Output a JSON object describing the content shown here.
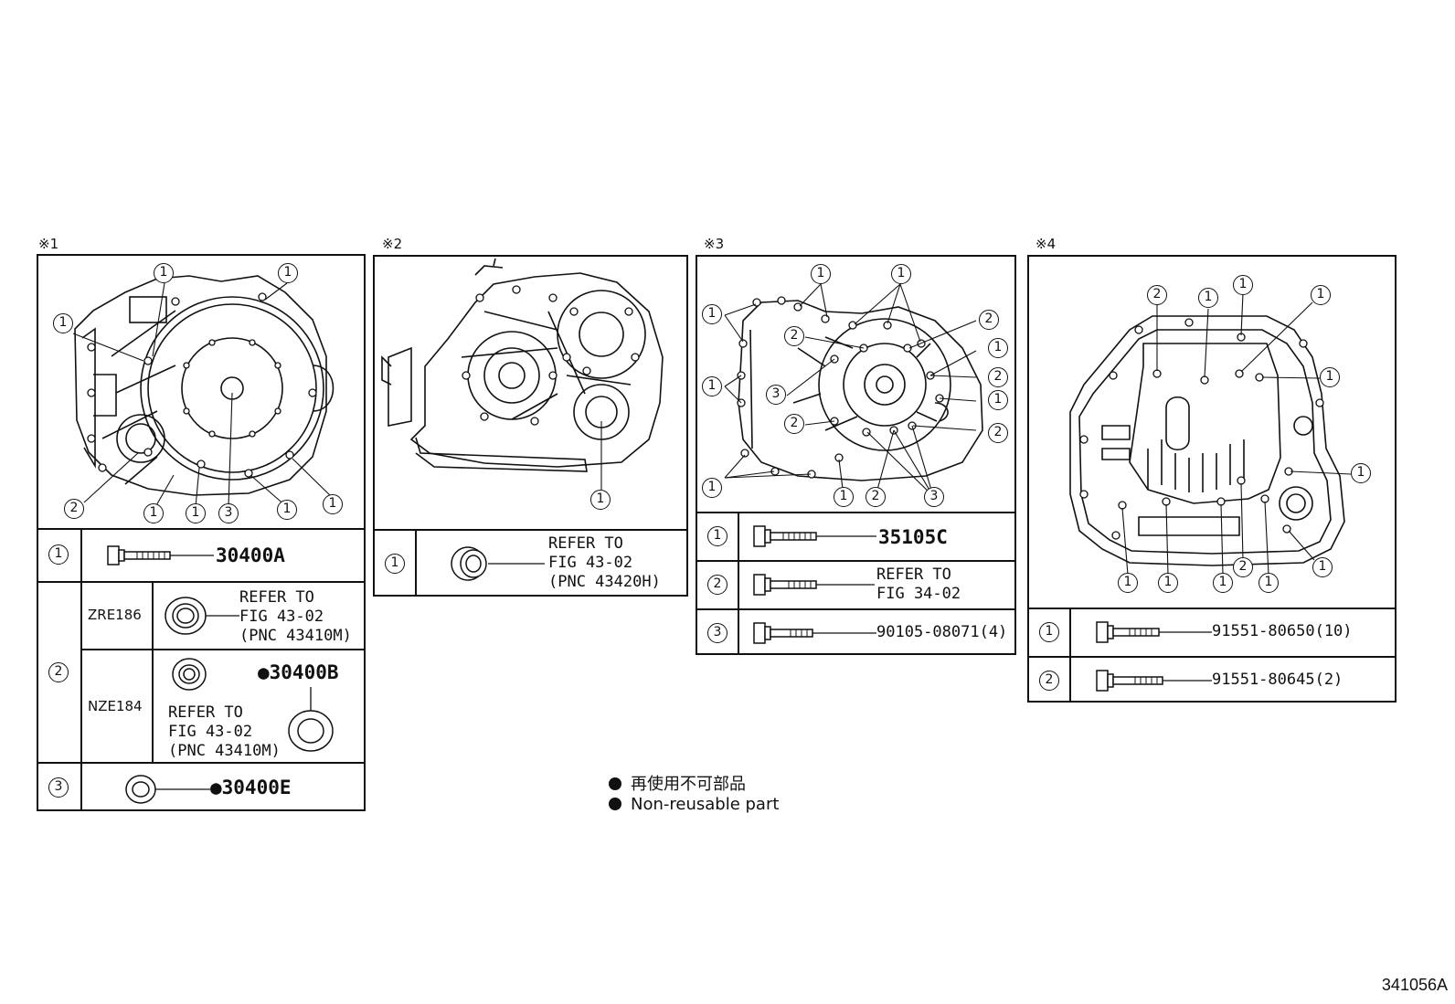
{
  "panels": [
    {
      "mark": "※1",
      "callout_labels": [
        "1",
        "2",
        "3"
      ],
      "rows": [
        {
          "num": "1",
          "part": "30400A"
        },
        {
          "num": "2",
          "variants": [
            {
              "model": "ZRE186",
              "refer": [
                "REFER TO",
                "FIG 43-02",
                "(PNC 43410M)"
              ]
            },
            {
              "model": "NZE184",
              "part": "●30400B",
              "refer": [
                "REFER TO",
                "FIG 43-02",
                "(PNC 43410M)"
              ]
            }
          ]
        },
        {
          "num": "3",
          "part": "●30400E"
        }
      ]
    },
    {
      "mark": "※2",
      "rows": [
        {
          "num": "1",
          "refer": [
            "REFER TO",
            "FIG 43-02",
            "(PNC 43420H)"
          ]
        }
      ]
    },
    {
      "mark": "※3",
      "rows": [
        {
          "num": "1",
          "part": "35105C"
        },
        {
          "num": "2",
          "refer": [
            "REFER TO",
            "FIG 34-02"
          ]
        },
        {
          "num": "3",
          "part": "90105-08071(4)"
        }
      ]
    },
    {
      "mark": "※4",
      "rows": [
        {
          "num": "1",
          "part": "91551-80650(10)"
        },
        {
          "num": "2",
          "part": "91551-80645(2)"
        }
      ]
    }
  ],
  "legend": {
    "jp": "再使用不可部品",
    "en": "Non-reusable part"
  },
  "figure_id": "341056A"
}
